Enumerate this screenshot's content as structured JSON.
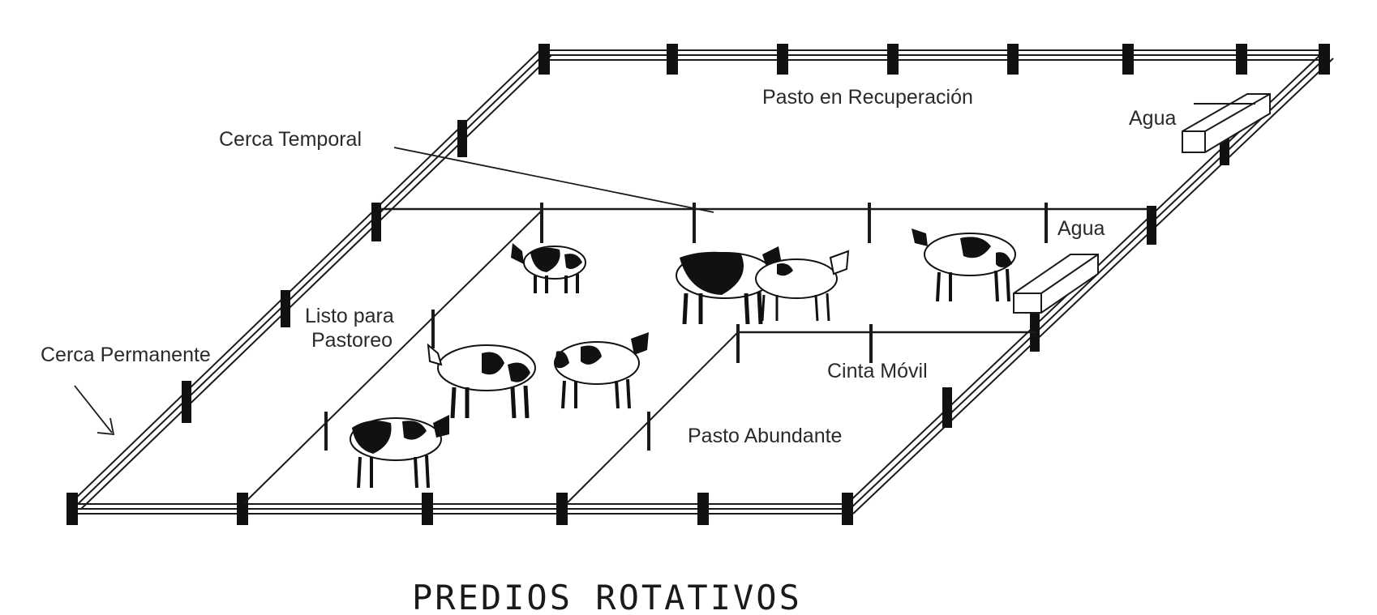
{
  "diagram": {
    "title": "PREDIOS ROTATIVOS",
    "labels": {
      "pasto_recuperacion": "Pasto en Recuperación",
      "cerca_temporal": "Cerca Temporal",
      "agua_1": "Agua",
      "agua_2": "Agua",
      "listo_linea1": "Listo para",
      "listo_linea2": "Pastoreo",
      "cerca_permanente": "Cerca Permanente",
      "cinta_movil": "Cinta Móvil",
      "pasto_abundante": "Pasto Abundante"
    },
    "colors": {
      "ink": "#1a1a1a",
      "label": "#2a2a2a",
      "background": "#ffffff"
    },
    "icons": [
      "cow-icon",
      "water-trough-icon",
      "fence-post-icon"
    ]
  }
}
